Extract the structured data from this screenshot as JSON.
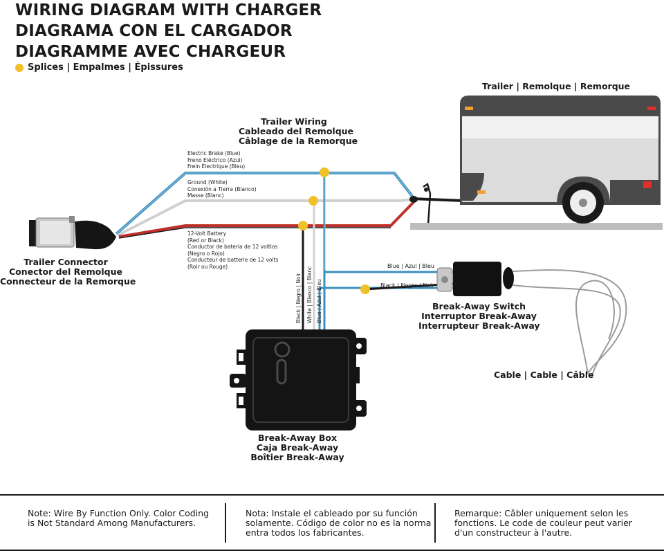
{
  "title": {
    "line1": "WIRING DIAGRAM WITH CHARGER",
    "line2": "DIAGRAMA CON EL CARGADOR",
    "line3": "DIAGRAMME AVEC CHARGEUR"
  },
  "legend": {
    "splices": "Splices | Empalmes | Épissures"
  },
  "colors": {
    "splice": "#f2c02a",
    "blue_wire": "#3a8fbe",
    "red_wire": "#c0302a",
    "black_wire": "#1a1a1a",
    "white_wire": "#d8d8d8"
  },
  "trailer": {
    "label": "Trailer | Remolque | Remorque"
  },
  "trailer_wiring": {
    "line1": "Trailer Wiring",
    "line2": "Cableado del Remolque",
    "line3": "Câblage de la Remorque"
  },
  "wires": {
    "brake": {
      "line1": "Electric Brake (Blue)",
      "line2": "Freno Eléctrico (Azul)",
      "line3": "Frein Électrique (Bleu)"
    },
    "ground": {
      "line1": "Ground (White)",
      "line2": "Conexión a Tierra (Blanco)",
      "line3": "Masse (Blanc)"
    },
    "battery": {
      "line1": "12-Volt Battery",
      "line2": "(Red or Black)",
      "line3": "Conductor de batería de 12 voltios",
      "line4": "(Negro o Rojo)",
      "line5": "Conducteur de batterie de 12 volts",
      "line6": "(Roir ou Rouge)"
    },
    "vertical_black": "Black | Negro | Noir",
    "vertical_white": "White | Blanco | Blanc",
    "vertical_blue": "Blue | Azul | Bleu",
    "switch_blue": "Blue | Azul | Bleu",
    "switch_black": "Black | Negro | Noir"
  },
  "connector": {
    "line1": "Trailer Connector",
    "line2": "Conector del Remolque",
    "line3": "Connecteur de la Remorque"
  },
  "switch": {
    "line1": "Break-Away Switch",
    "line2": "Interruptor Break-Away",
    "line3": "Interrupteur Break-Away"
  },
  "cable": {
    "label": "Cable | Cable | Câble"
  },
  "box": {
    "line1": "Break-Away Box",
    "line2": "Caja Break-Away",
    "line3": "Boîtier Break-Away"
  },
  "notes": [
    {
      "text": "Note: Wire By Function Only. Color Coding is Not Standard Among Manufacturers."
    },
    {
      "text": "Nota: Instale el cableado por su función solamente. Código de color no es la norma entra todos los fabricantes."
    },
    {
      "text": "Remarque: Câbler uniquement selon les fonctions. Le code de couleur peut varier d'un constructeur à l'autre."
    }
  ]
}
